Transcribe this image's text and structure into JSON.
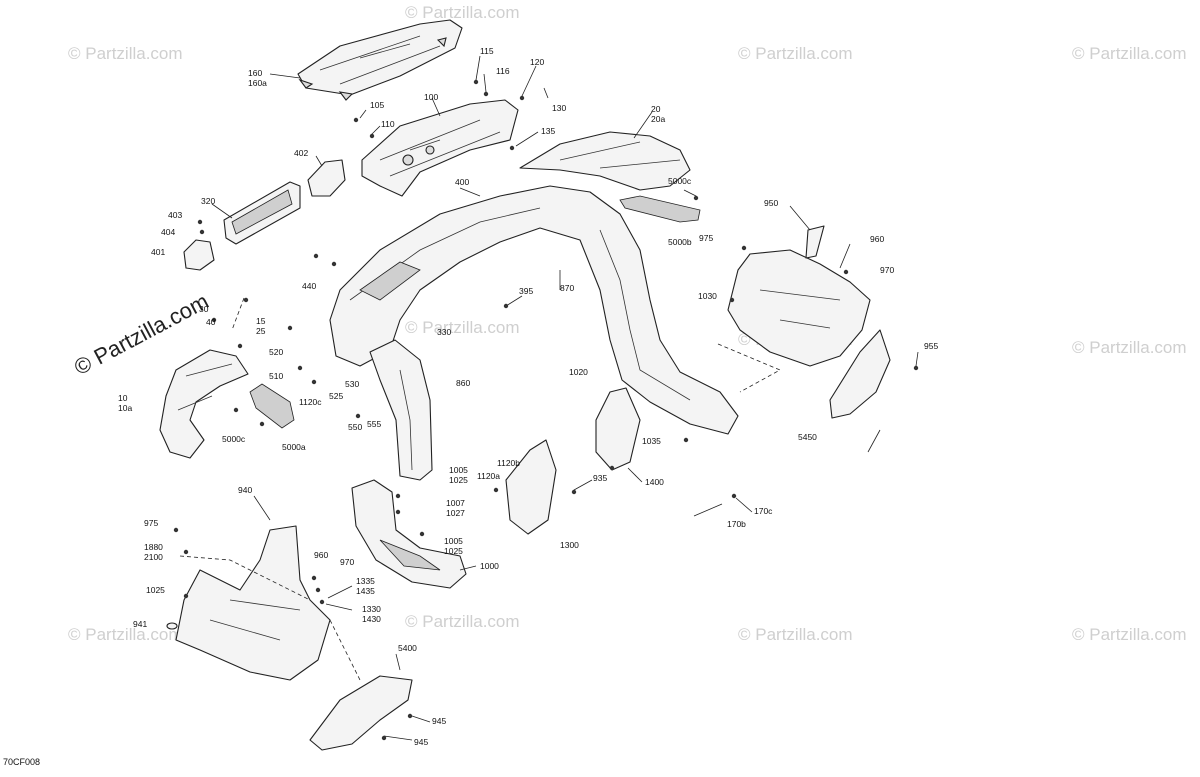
{
  "diagram_code": "70CF008",
  "watermark_text": "© Partzilla.com",
  "watermark_main": "© Partzilla.com",
  "labels": {
    "l160": "160\n160a",
    "l115": "115",
    "l116": "116",
    "l120": "120",
    "l130": "130",
    "l105": "105",
    "l100": "100",
    "l110": "110",
    "l135": "135",
    "l20": "20\n20a",
    "l402": "402",
    "l320": "320",
    "l403": "403",
    "l404": "404",
    "l401": "401",
    "l400": "400",
    "l5000c_a": "5000c",
    "l5000b": "5000b",
    "l950": "950",
    "l975_a": "975",
    "l960_a": "960",
    "l970_a": "970",
    "l440": "440",
    "l395": "395",
    "l870": "870",
    "l1030": "1030",
    "l30": "30",
    "l40": "40",
    "l15": "15\n25",
    "l330": "330",
    "l955": "955",
    "l520": "520",
    "l510": "510",
    "l530": "530",
    "l525": "525",
    "l1120c": "1120c",
    "l860": "860",
    "l1020": "1020",
    "l10": "10\n10a",
    "l5000c_b": "5000c",
    "l5000a": "5000a",
    "l550": "550",
    "l555": "555",
    "l1035": "1035",
    "l5450": "5450",
    "l1120b": "1120b",
    "l1120a": "1120a",
    "l935": "935",
    "l1400": "1400",
    "l1005_a": "1005\n1025",
    "l940": "940",
    "l1007": "1007\n1027",
    "l170c": "170c",
    "l170b": "170b",
    "l975_b": "975",
    "l1880": "1880\n2100",
    "l1005_b": "1005\n1025",
    "l1300": "1300",
    "l960_b": "960",
    "l970_b": "970",
    "l1000": "1000",
    "l1335": "1335\n1435",
    "l1025": "1025",
    "l1330": "1330\n1430",
    "l941": "941",
    "l5400": "5400",
    "l945_a": "945",
    "l945_b": "945"
  }
}
